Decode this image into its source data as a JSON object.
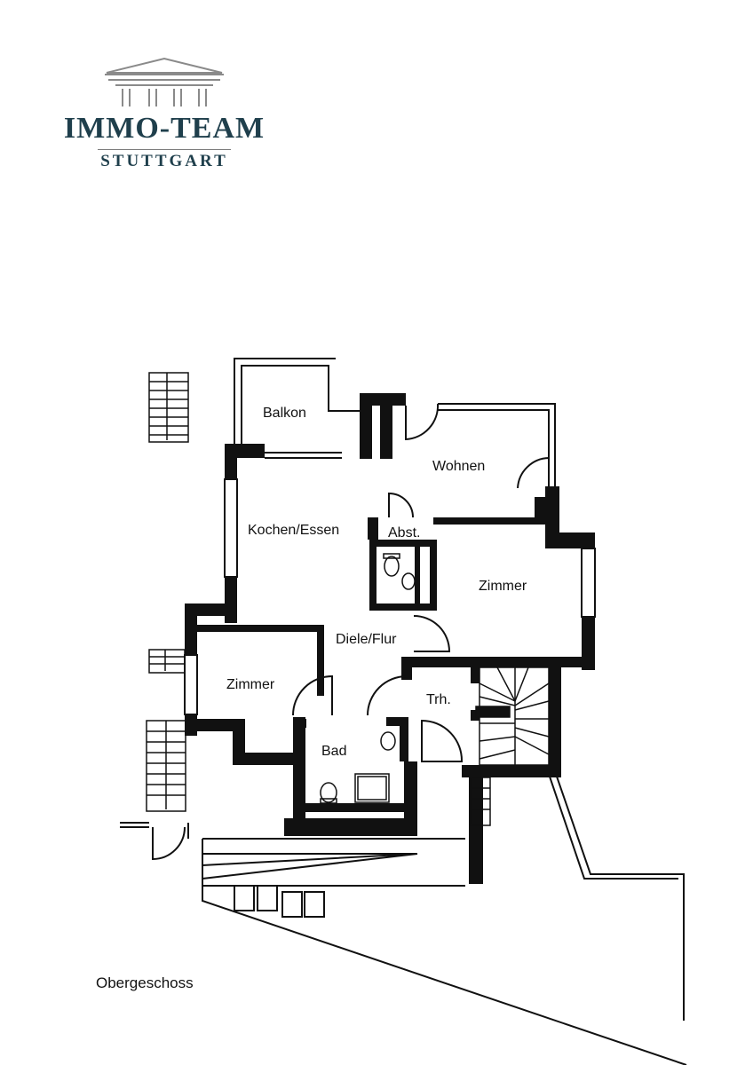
{
  "logo": {
    "name": "IMMO-TEAM",
    "city": "STUTTGART",
    "icon": "temple-icon",
    "color": "#1f3f4c"
  },
  "floorplan": {
    "rooms": {
      "balkon": "Balkon",
      "wohnen": "Wohnen",
      "kochen_essen": "Kochen/Essen",
      "abst": "Abst.",
      "zimmer_right": "Zimmer",
      "diele_flur": "Diele/Flur",
      "zimmer_left": "Zimmer",
      "trh": "Trh.",
      "bad": "Bad"
    },
    "floor_name": "Obergeschoss"
  }
}
